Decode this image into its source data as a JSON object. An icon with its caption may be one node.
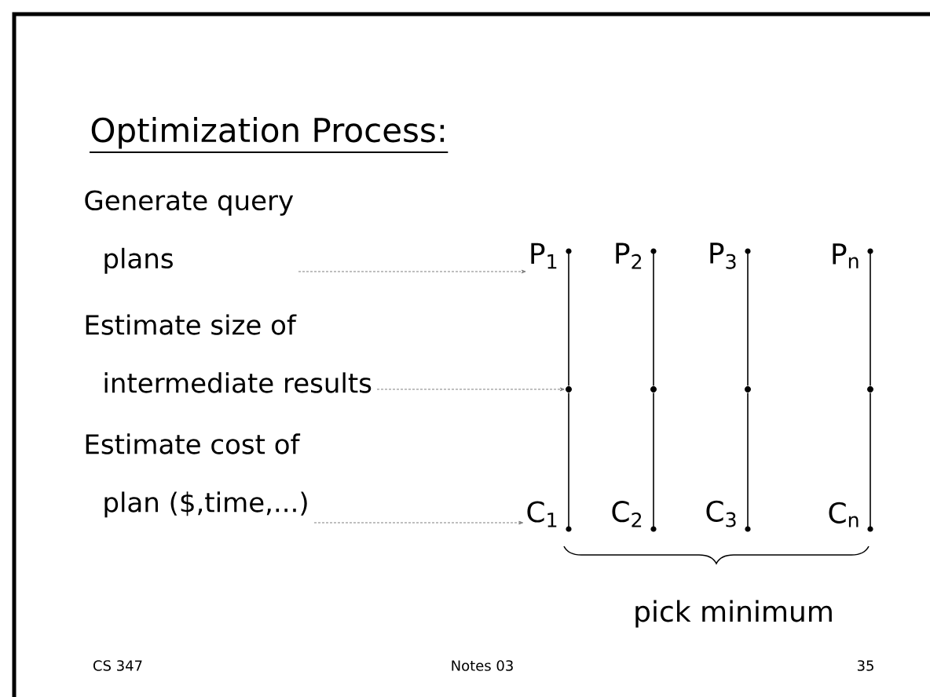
{
  "diagram": {
    "title": "Optimization Process:",
    "nodes": [
      {
        "text": [
          "Generate query plans"
        ]
      },
      {
        "text": [
          "Estimate size of intermediate results"
        ]
      },
      {
        "text": [
          "Estimate cost of plan ($,time,...)"
        ]
      },
      {
        "text": [
          "P$_{1}$"
        ]
      },
      {
        "text": [
          "P$_{2}$"
        ]
      },
      {
        "text": [
          "P$_{3}$"
        ]
      },
      {
        "text": [
          "P$_{n}$"
        ]
      },
      {
        "text": [],
        "shape": "circle"
      },
      {
        "text": [],
        "shape": "circle"
      },
      {
        "text": [],
        "shape": "circle"
      },
      {
        "text": [],
        "shape": "circle"
      },
      {
        "text": [
          "C$_{1}$"
        ]
      },
      {
        "text": [
          "C$_{2}$"
        ]
      },
      {
        "text": [
          "C$_{3}$"
        ]
      },
      {
        "text": [
          "C$_{n}$"
        ]
      }
    ],
    "edges": [
      {
        "from": 0,
        "to": 3,
        "arrow": "to",
        "style": "dashed",
        "color": "#808080"
      },
      {
        "from": 1,
        "to": 7,
        "arrow": "to",
        "style": "dashed",
        "color": "#808080"
      },
      {
        "from": 2,
        "to": 11,
        "arrow": "to",
        "style": "dashed",
        "color": "#808080"
      },
      {
        "from": 3,
        "to": 7,
        "arrow": "none"
      },
      {
        "from": 7,
        "to": 11,
        "arrow": "none"
      },
      {
        "from": 4,
        "to": 8,
        "arrow": "none"
      },
      {
        "from": 8,
        "to": 12,
        "arrow": "none"
      },
      {
        "from": 5,
        "to": 9,
        "arrow": "none"
      },
      {
        "from": 9,
        "to": 13,
        "arrow": "none"
      },
      {
        "from": 6,
        "to": 10,
        "arrow": "none"
      },
      {
        "from": 10,
        "to": 14,
        "arrow": "none"
      }
    ],
    "labels": [
      "pick minimum",
      "CS 347",
      "Notes 03",
      "35"
    ]
  }
}
